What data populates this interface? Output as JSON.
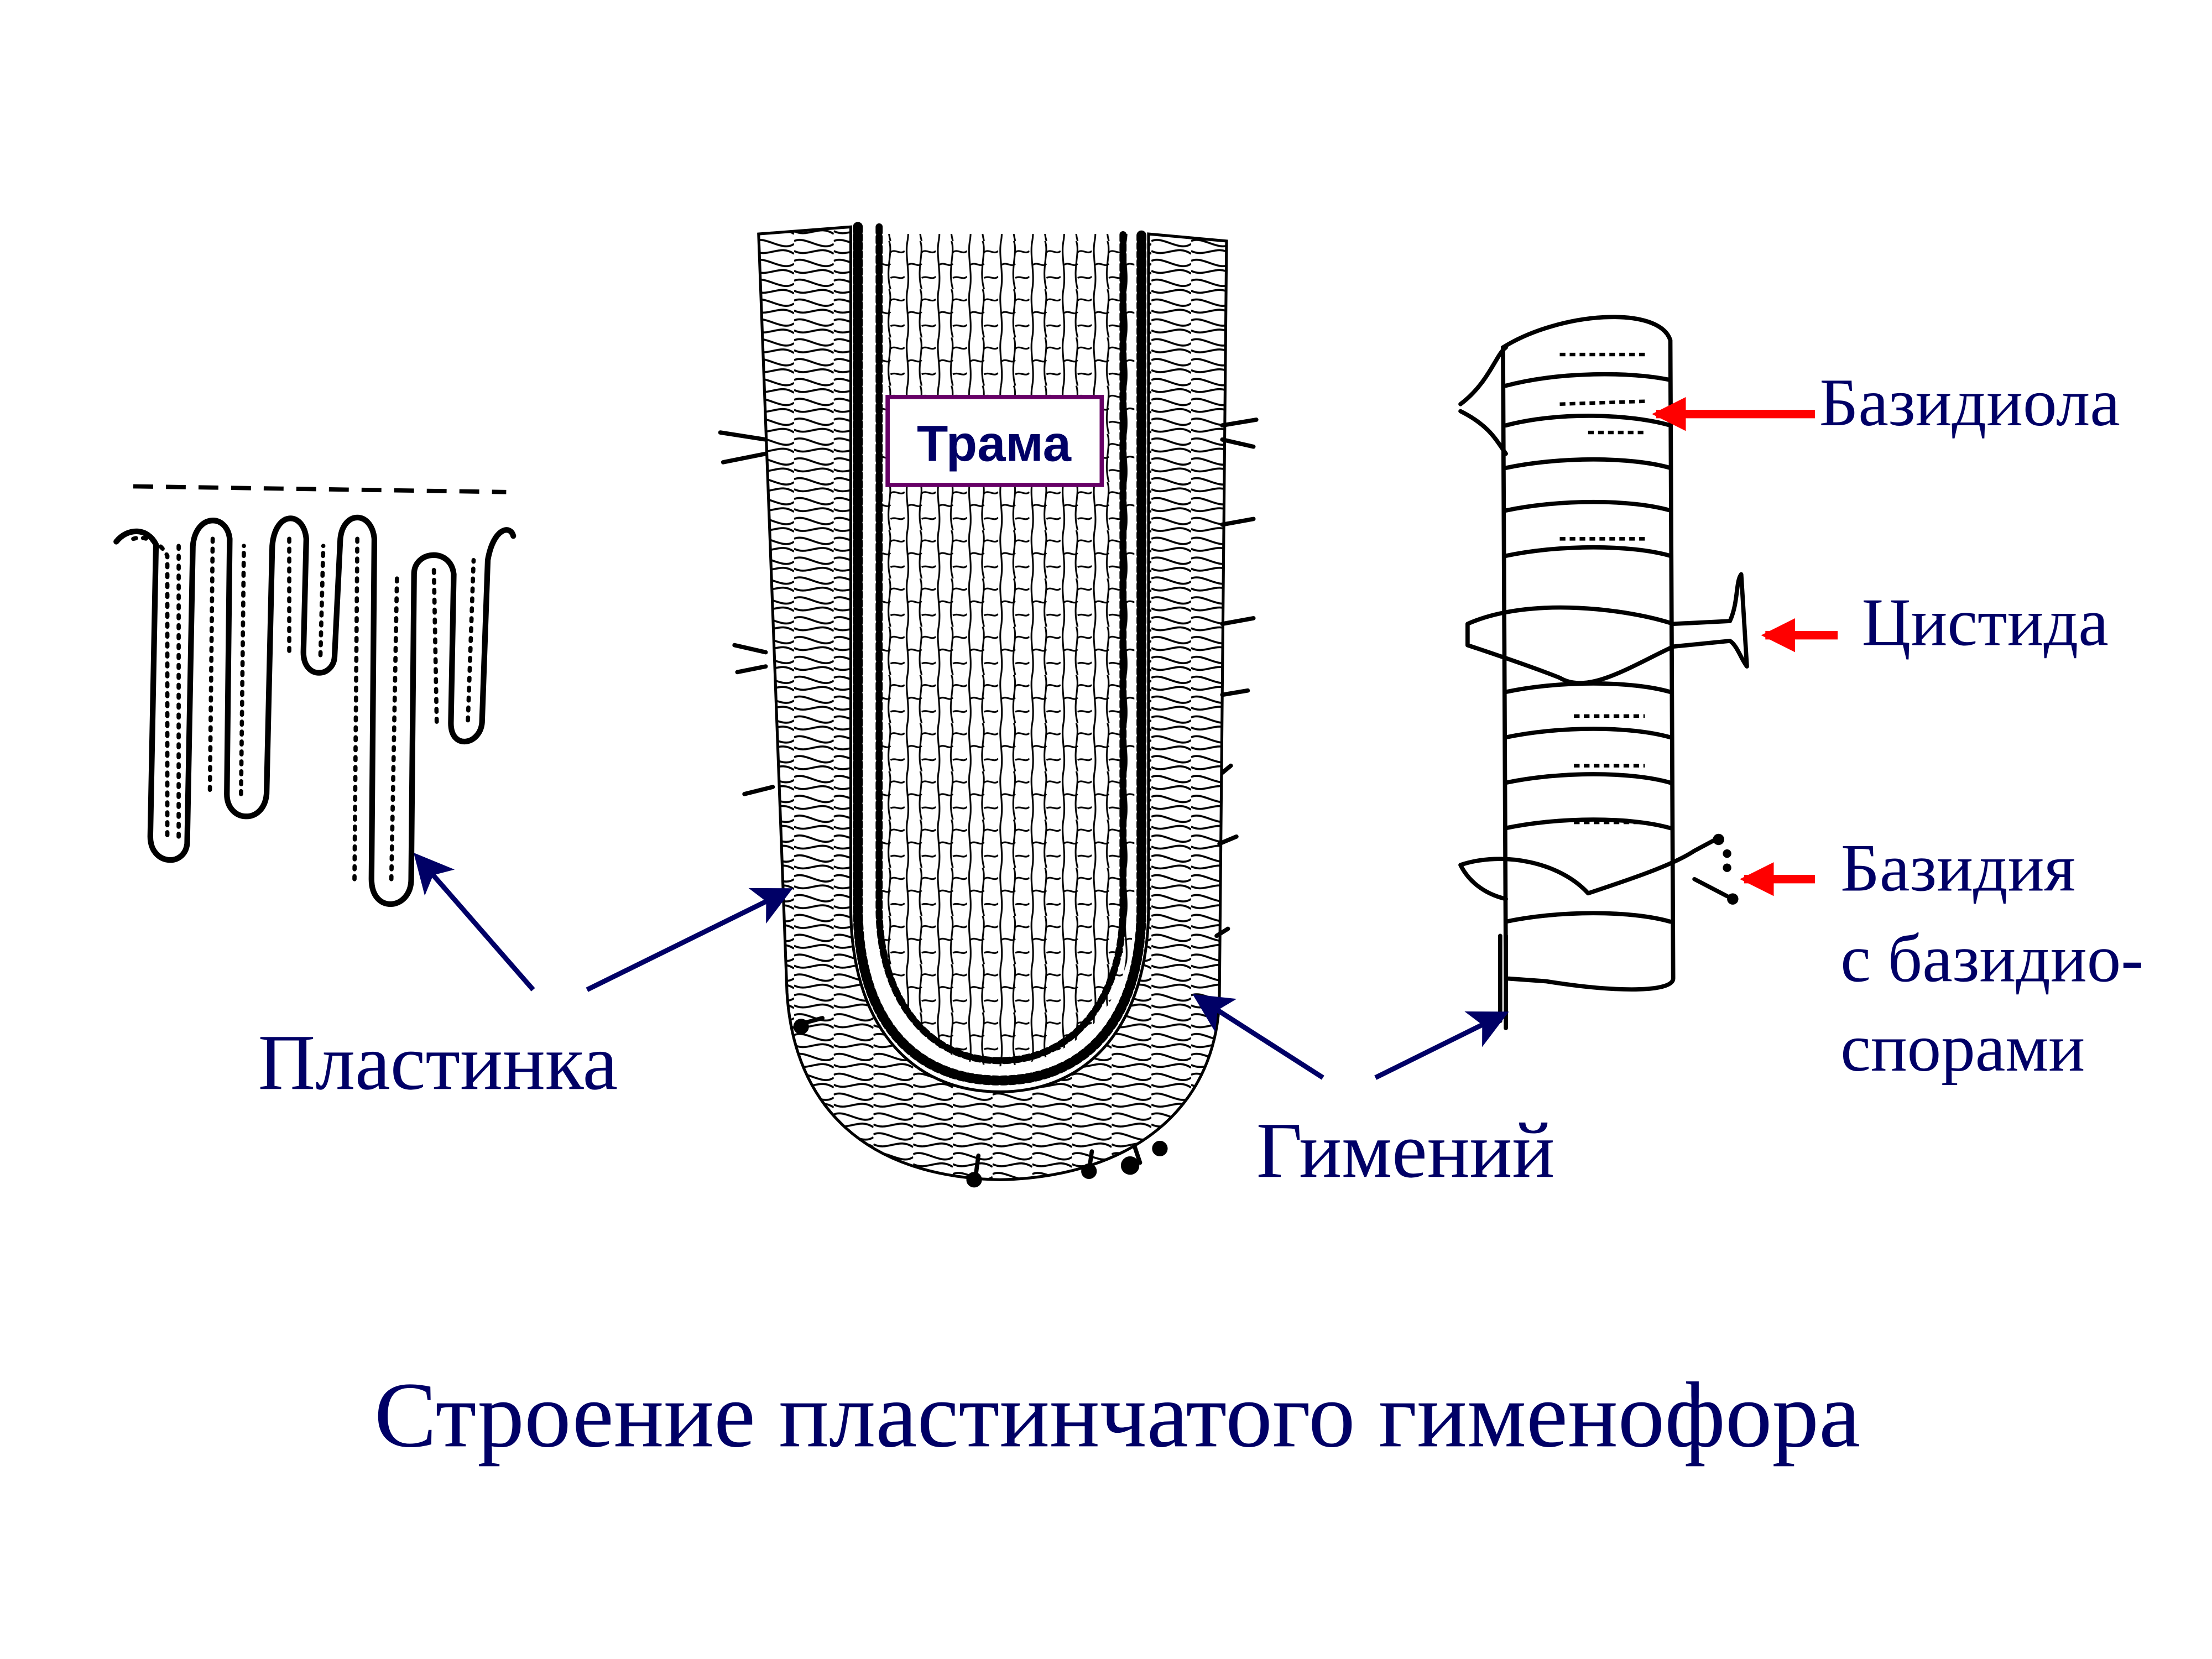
{
  "title": "Строение пластинчатого гименофора",
  "labels": {
    "trama": "Трама",
    "plastinka": "Пластинка",
    "gimeniy": "Гимений",
    "bazidiola": "Базидиола",
    "cistida": "Цистида",
    "bazidiya_line1": "Базидия",
    "bazidiya_line2": "с базидио-",
    "bazidiya_line3": "спорами"
  },
  "colors": {
    "text": "#000066",
    "pointer_arrow": "#000066",
    "highlight_arrow": "#ff0000",
    "trama_box_border": "#660066"
  }
}
